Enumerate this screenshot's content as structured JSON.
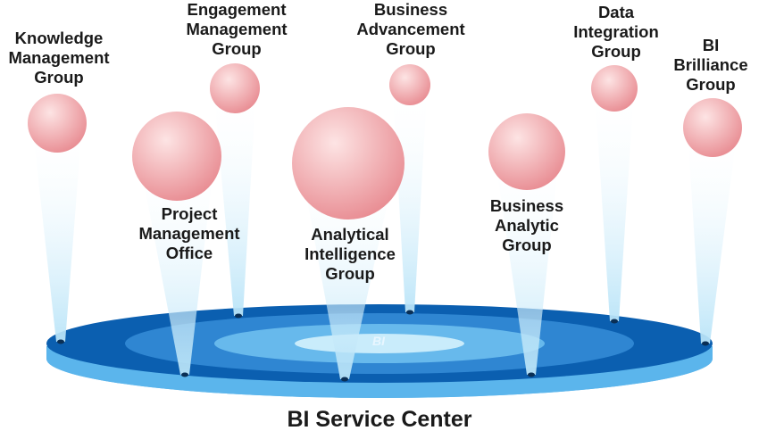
{
  "diagram": {
    "title": "BI Service Center",
    "platform_label": "BI",
    "colors": {
      "disc_top": "#0b5fb0",
      "disc_side": "#5bb5ec",
      "ring_mid": "#2f86d2",
      "ring_light": "#67b9ec",
      "ring_center": "#c9ecfb",
      "sphere_light": "#fde4e4",
      "sphere_dark": "#e98f95",
      "beam": "#b9e4f8"
    },
    "groups": [
      {
        "id": "knowledge-management",
        "lines": [
          "Knowledge",
          "Management",
          "Group"
        ]
      },
      {
        "id": "engagement-management",
        "lines": [
          "Engagement",
          "Management",
          "Group"
        ]
      },
      {
        "id": "project-management",
        "lines": [
          "Project",
          "Management",
          "Office"
        ]
      },
      {
        "id": "analytical-intelligence",
        "lines": [
          "Analytical",
          "Intelligence",
          "Group"
        ]
      },
      {
        "id": "business-advancement",
        "lines": [
          "Business",
          "Advancement",
          "Group"
        ]
      },
      {
        "id": "business-analytic",
        "lines": [
          "Business",
          "Analytic",
          "Group"
        ]
      },
      {
        "id": "data-integration",
        "lines": [
          "Data",
          "Integration",
          "Group"
        ]
      },
      {
        "id": "bi-brilliance",
        "lines": [
          "BI",
          "Brilliance",
          "Group"
        ]
      }
    ]
  }
}
